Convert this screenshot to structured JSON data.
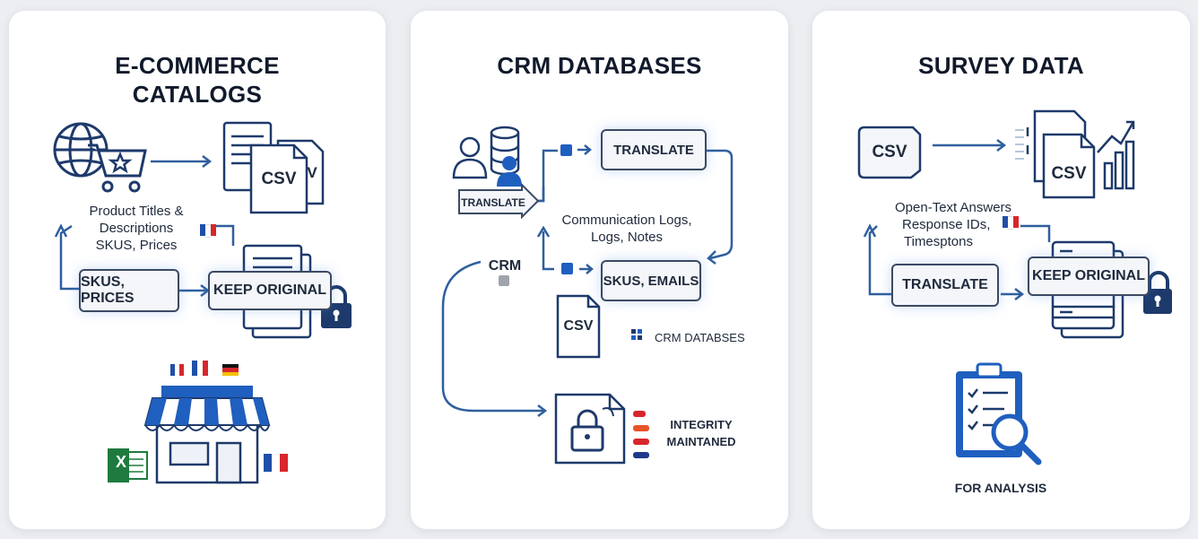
{
  "ecommerce": {
    "title_line1": "E-COMMERCE",
    "title_line2": "CATALOGS",
    "csv_label": "CSV",
    "csv_back_letter": "V",
    "fields_line1": "Product Titles &",
    "fields_line2": "Descriptions",
    "fields_line3": "SKUS, Prices",
    "skus_box": "SKUS, PRICES",
    "keep_box": "KEEP ORIGINAL",
    "excel_letter": "X"
  },
  "crm": {
    "title": "CRM DATABASES",
    "translate_top": "TRANSLATE",
    "translate_tag": "TRANSLATE",
    "comm_line1": "Communication Logs,",
    "comm_line2": "Logs, Notes",
    "crm_label": "CRM",
    "skus_emails": "SKUS, EMAILS",
    "csv_label": "CSV",
    "crm_db_label": "CRM DATABSES",
    "integrity_line1": "INTEGRITY",
    "integrity_line2": "MAINTANED"
  },
  "survey": {
    "title": "SURVEY DATA",
    "csv_left": "CSV",
    "csv_right": "CSV",
    "fields_line1": "Open-Text Answers",
    "fields_line2": "Response IDs,",
    "fields_line3": "Timesptons",
    "translate_box": "TRANSLATE",
    "keep_box": "KEEP ORIGINAL",
    "analysis_label": "FOR ANALYSIS"
  },
  "colors": {
    "accent_blue": "#1f5fbf",
    "navy": "#1e3a6b",
    "arrow": "#2f5f9e",
    "excel_green": "#1e7a3e",
    "french_blue": "#1f4fa8",
    "french_red": "#d8262c"
  },
  "icons": [
    "globe-icon",
    "shopping-cart-icon",
    "document-icon",
    "lock-icon",
    "storefront-icon",
    "excel-icon",
    "flag-icon",
    "person-icon",
    "database-icon",
    "clipboard-icon",
    "magnifier-icon",
    "bar-chart-icon",
    "server-icon"
  ]
}
